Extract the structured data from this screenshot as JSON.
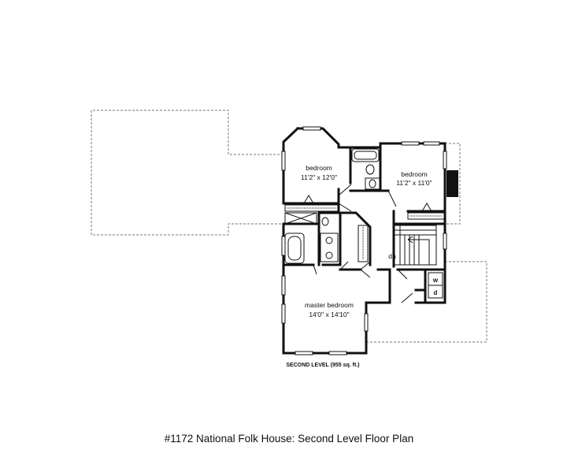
{
  "floor_plan": {
    "rooms": [
      {
        "name": "bedroom",
        "size": "11'2\" x 12'0\""
      },
      {
        "name": "bedroom",
        "size": "11'2\" x 11'0\""
      },
      {
        "name": "master bedroom",
        "size": "14'0\" x 14'10\""
      }
    ],
    "stair_label": "dn",
    "washer_label": "w",
    "dryer_label": "d",
    "level_label": "SECOND LEVEL (955 sq. ft.)"
  },
  "caption": "#1172 National Folk House: Second Level Floor Plan"
}
